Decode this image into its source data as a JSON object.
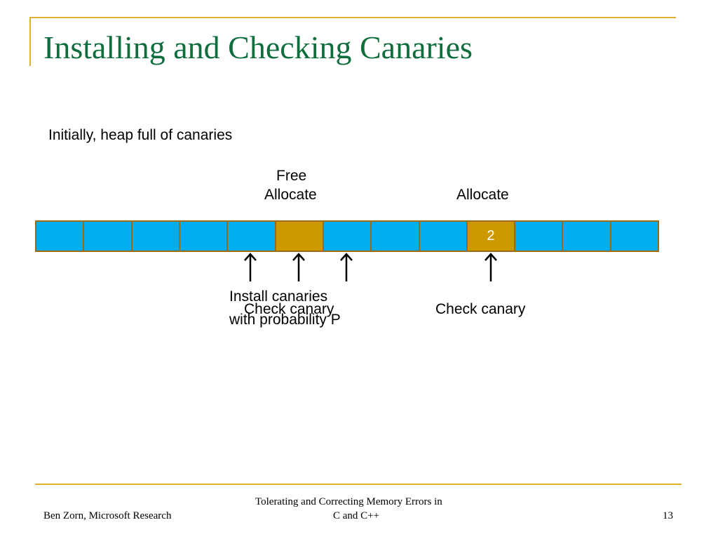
{
  "slide": {
    "title": "Installing and Checking Canaries",
    "intro": "Initially, heap full of canaries"
  },
  "labels": {
    "free": "Free",
    "allocate_left": "Allocate",
    "allocate_right": "Allocate",
    "install_line1": "Install canaries",
    "install_line2": "with probability P",
    "check_left": "Check canary",
    "check_right": "Check canary"
  },
  "heap": {
    "cells": [
      {
        "state": "canary",
        "text": ""
      },
      {
        "state": "canary",
        "text": ""
      },
      {
        "state": "canary",
        "text": ""
      },
      {
        "state": "canary",
        "text": ""
      },
      {
        "state": "canary",
        "text": ""
      },
      {
        "state": "allocated",
        "text": ""
      },
      {
        "state": "canary",
        "text": ""
      },
      {
        "state": "canary",
        "text": ""
      },
      {
        "state": "canary",
        "text": ""
      },
      {
        "state": "allocated",
        "text": "2"
      },
      {
        "state": "canary",
        "text": ""
      },
      {
        "state": "canary",
        "text": ""
      },
      {
        "state": "canary",
        "text": ""
      }
    ],
    "colors": {
      "canary": "#00adef",
      "allocated": "#cc9a00",
      "border": "#9c6a10"
    }
  },
  "footer": {
    "author": "Ben Zorn, Microsoft Research",
    "talk_line1": "Tolerating and Correcting Memory Errors in",
    "talk_line2": "C and C++",
    "page_number": "13"
  },
  "theme": {
    "title_color": "#0f6e3c",
    "accent_line": "#e0b030"
  }
}
